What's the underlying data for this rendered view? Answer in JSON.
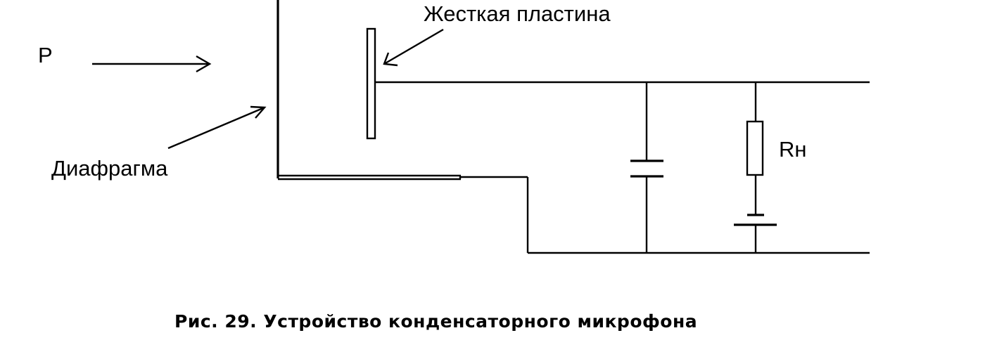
{
  "labels": {
    "pressure": "P",
    "rigid_plate": "Жесткая пластина",
    "diaphragm": "Диафрагма",
    "load_resistor": "Rн"
  },
  "caption": "Рис. 29. Устройство конденсаторного микрофона",
  "colors": {
    "ink": "#000000",
    "background": "#ffffff"
  }
}
